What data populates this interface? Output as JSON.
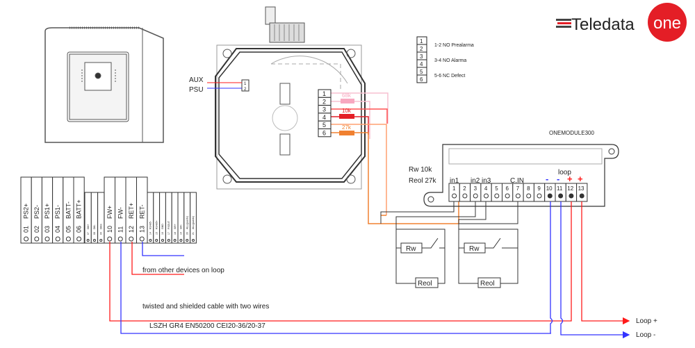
{
  "logo": {
    "text": "Teledata",
    "badge": "one"
  },
  "detector": {
    "aux_label": "AUX",
    "psu_label": "PSU",
    "aux_terminals": [
      "1",
      "2"
    ],
    "relay_terminals": [
      "1",
      "2",
      "3",
      "4",
      "5",
      "6"
    ],
    "resistors": [
      "68k",
      "10k",
      "27k"
    ]
  },
  "legend": {
    "terminals": [
      "1",
      "2",
      "3",
      "4",
      "5",
      "6"
    ],
    "items": [
      "1-2 NO Prealarma",
      "3-4 NO Alarma",
      "5-6 NC Defect"
    ]
  },
  "module": {
    "title": "ONEMODULE300",
    "rw": "Rw 10k",
    "reol": "Reol 27k",
    "groups": [
      "in1",
      "in2",
      "in3",
      "C.IN",
      "loop"
    ],
    "terminals": [
      "1",
      "2",
      "3",
      "4",
      "5",
      "6",
      "7",
      "8",
      "9",
      "10",
      "11",
      "12",
      "13"
    ],
    "polarity": [
      "-",
      "-",
      "+",
      "+"
    ]
  },
  "circuits": {
    "rw": "Rw",
    "reol": "Reol"
  },
  "panel": {
    "terminals": [
      {
        "n": "01",
        "l": "PS2+"
      },
      {
        "n": "02",
        "l": "PS2-"
      },
      {
        "n": "03",
        "l": "PS1+"
      },
      {
        "n": "04",
        "l": "PS1-"
      },
      {
        "n": "05",
        "l": "BATT-"
      },
      {
        "n": "06",
        "l": "BATT+"
      }
    ],
    "small_a": [
      {
        "n": "07",
        "l": "DM+"
      },
      {
        "n": "08",
        "l": "DM-"
      },
      {
        "n": "09",
        "l": "DM2-"
      }
    ],
    "loop": [
      {
        "n": "10",
        "l": "FW+"
      },
      {
        "n": "11",
        "l": "FW-"
      },
      {
        "n": "12",
        "l": "RET+"
      },
      {
        "n": "13",
        "l": "RET-"
      }
    ],
    "small_b": [
      {
        "n": "14",
        "l": "RS485-"
      },
      {
        "n": "15",
        "l": "RS485+"
      },
      {
        "n": "16",
        "l": "GND"
      },
      {
        "n": "17",
        "l": "PSOUT"
      },
      {
        "n": "18",
        "l": "SIR+"
      },
      {
        "n": "19",
        "l": "SIR-"
      },
      {
        "n": "20",
        "l": "ALL(guasto)"
      },
      {
        "n": "21",
        "l": "ALL(guasto)"
      }
    ]
  },
  "notes": {
    "other_devices": "from other devices on loop",
    "cable": "twisted and shielded cable with two wires",
    "cable_spec": "LSZH GR4 EN50200 CEI20-36/20-37",
    "loop_plus": "Loop +",
    "loop_minus": "Loop -"
  },
  "colors": {
    "red": "#ff1a1a",
    "blue": "#3333ff",
    "orange": "#f08030",
    "pink": "#f7a8c0",
    "brand": "#e41e26"
  }
}
